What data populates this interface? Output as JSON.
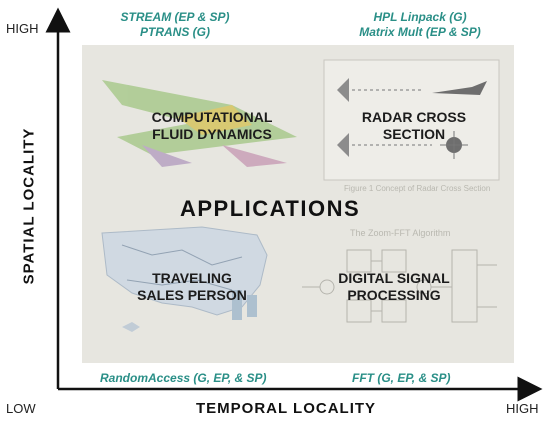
{
  "axes": {
    "y_high": "HIGH",
    "y_title": "SPATIAL LOCALITY",
    "x_low": "LOW",
    "x_high": "HIGH",
    "x_title": "TEMPORAL LOCALITY"
  },
  "benchmarks": {
    "top_left": [
      "STREAM (EP & SP)",
      "PTRANS (G)"
    ],
    "top_right": [
      "HPL Linpack (G)",
      "Matrix Mult (EP & SP)"
    ],
    "bottom_left": "RandomAccess (G, EP, & SP)",
    "bottom_right": "FFT (G, EP, & SP)"
  },
  "panel": {
    "title": "APPLICATIONS",
    "quadrants": {
      "top_left": [
        "COMPUTATIONAL",
        "FLUID DYNAMICS"
      ],
      "top_right": [
        "RADAR CROSS",
        "SECTION"
      ],
      "bottom_left": [
        "TRAVELING",
        "SALES PERSON"
      ],
      "bottom_right": [
        "DIGITAL SIGNAL",
        "PROCESSING"
      ]
    },
    "figure_caption": "Figure 1   Concept of Radar Cross Section",
    "fft_title": "The Zoom-FFT Algorithm"
  },
  "colors": {
    "benchmark_text": "#2a8f87",
    "panel_bg": "#e7e6e0",
    "axis": "#111111"
  }
}
